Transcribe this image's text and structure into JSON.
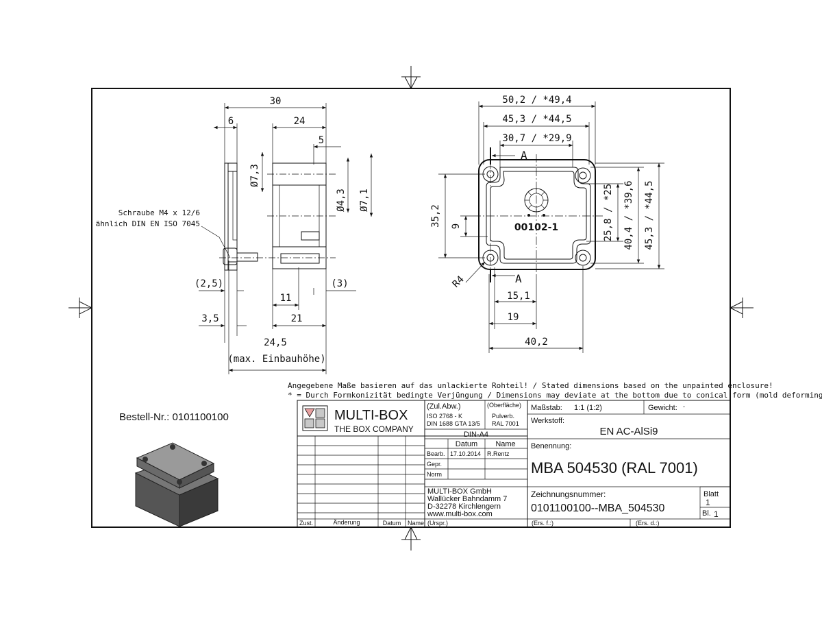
{
  "views": {
    "side": {
      "dim_30": "30",
      "dim_6": "6",
      "dim_24": "24",
      "dim_5": "5",
      "dia_7_3": "Ø7,3",
      "dia_4_3": "Ø4,3",
      "dia_7_1": "Ø7,1",
      "dim_2_5": "(2,5)",
      "dim_3": "(3)",
      "dim_11": "11",
      "dim_3_5": "3,5",
      "dim_21": "21",
      "dim_24_5": "24,5",
      "max_height": "(max. Einbauhöhe)",
      "screw_line1": "Schraube M4 x 12/6",
      "screw_line2": "ähnlich DIN EN ISO 7045"
    },
    "top": {
      "dim_50_2": "50,2 / *49,4",
      "dim_45_3": "45,3 / *44,5",
      "dim_30_7": "30,7 / *29,9",
      "dim_35_2": "35,2",
      "dim_9": "9",
      "dim_25_8": "25,8 / *25",
      "dim_40_4": "40,4 / *39,6",
      "dim_45_3v": "45,3 / *44,5",
      "dim_15_1": "15,1",
      "dim_19": "19",
      "dim_40_2": "40,2",
      "radius": "R4",
      "section_label": "A",
      "part_code": "00102-1"
    }
  },
  "notes": {
    "line1": "Angegebene Maße basieren auf das unlackierte Rohteil! / Stated dimensions based on the unpainted enclosure!",
    "line2": "* = Durch Formkonizität bedingte Verjüngung / Dimensions may deviate at the bottom due to conical form (mold deforming)"
  },
  "order_number": "Bestell-Nr.: 0101100100",
  "title_block": {
    "company_name": "MULTI-BOX",
    "company_tagline": "THE BOX COMPANY",
    "tolerance_label": "(Zul.Abw.)",
    "tolerance_1": "ISO 2768 - K",
    "tolerance_2": "DIN 1688 GTA 13/5",
    "surface_label": "(Oberfläche)",
    "surface_1": "Pulverb.",
    "surface_2": "RAL 7001",
    "format": "DIN-A4",
    "scale_label": "Maßstab:",
    "scale_value": "1:1  (1:2)",
    "weight_label": "Gewicht:",
    "weight_value": "-",
    "material_label": "Werkstoff:",
    "material_value": "EN AC-AlSi9",
    "head_datum": "Datum",
    "head_name": "Name",
    "row_bearb": "Bearb.",
    "row_gepr": "Gepr.",
    "row_norm": "Norm",
    "bearb_date": "17.10.2014",
    "bearb_name": "R.Rentz",
    "title_label": "Benennung:",
    "title_value": "MBA 504530 (RAL 7001)",
    "address_1": "MULTI-BOX GmbH",
    "address_2": "Wallücker Bahndamm 7",
    "address_3": "D-32278 Kirchlengern",
    "address_4": "www.multi-box.com",
    "drawing_no_label": "Zeichnungsnummer:",
    "drawing_no_value": "0101100100--MBA_504530",
    "sheet_label": "Blatt",
    "sheet_value": "1",
    "sheets_label": "Bl.",
    "sheets_value": "1",
    "col_zust": "Zust.",
    "col_aenderung": "Änderung",
    "col_datum": "Datum",
    "col_name": "Name",
    "ursprung": "(Urspr.)",
    "ers_f": "(Ers. f.:)",
    "ers_d": "(Ers. d.:)"
  },
  "colors": {
    "logo_red": "#e8a0a0",
    "logo_gray": "#c8c8c8",
    "box_dark": "#4a4a4a",
    "box_lid": "#8a8a8a"
  }
}
